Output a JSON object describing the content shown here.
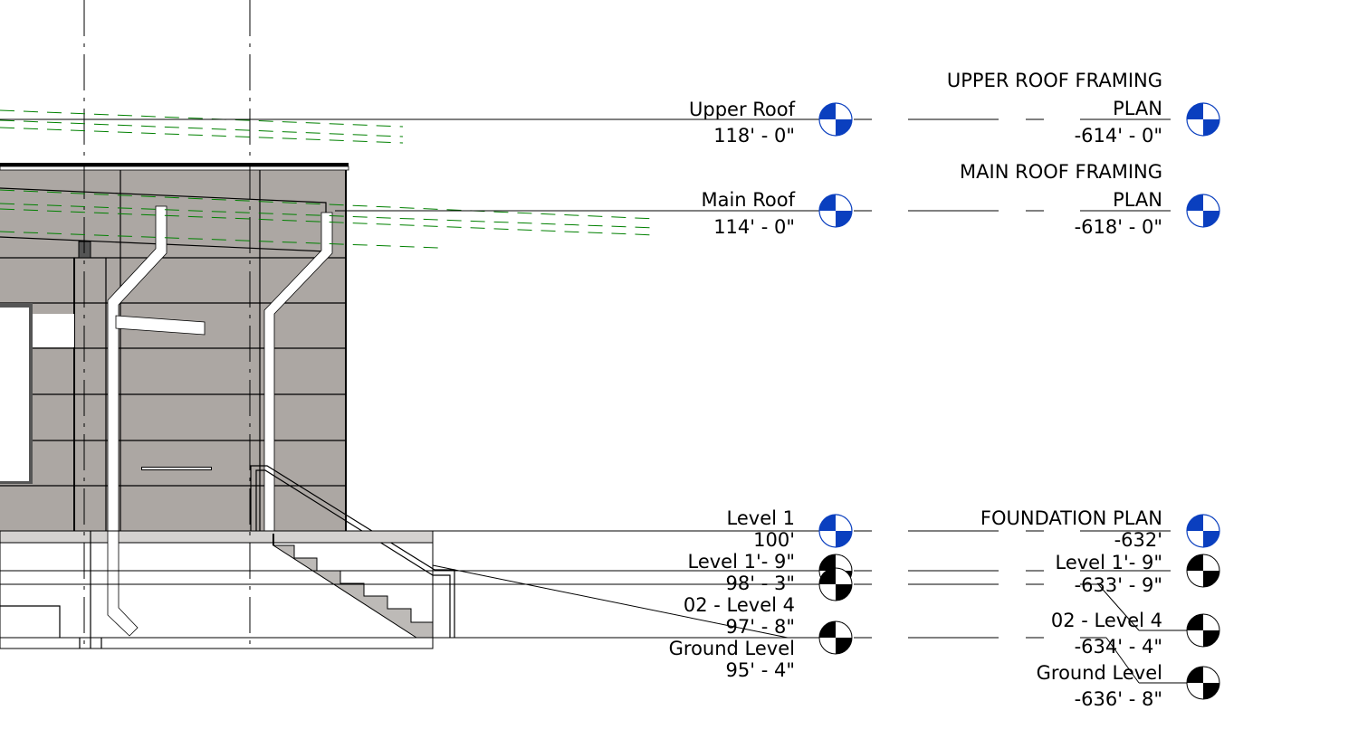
{
  "view": {
    "title": "Elevation view"
  },
  "colors": {
    "wall": "#aca7a3",
    "level_head_blue": "#0a3fbf",
    "level_head_black": "#000000",
    "reference_lines": "#008000"
  },
  "left_levels": [
    {
      "name": "Upper Roof",
      "elevation": "118' - 0\"",
      "head": "blue"
    },
    {
      "name": "Main Roof",
      "elevation": "114' - 0\"",
      "head": "blue"
    },
    {
      "name": "Level 1",
      "elevation": "100'",
      "head": "blue"
    },
    {
      "name": "Level  1'- 9\"",
      "elevation": "98' - 3\"",
      "head": "black"
    },
    {
      "name": "02 - Level 4",
      "elevation": "97' - 8\"",
      "head": "black"
    },
    {
      "name": "Ground Level",
      "elevation": "95' - 4\"",
      "head": "black"
    }
  ],
  "right_levels": [
    {
      "name_line1": "UPPER ROOF FRAMING",
      "name_line2": "PLAN",
      "elevation": "-614' - 0\"",
      "head": "blue"
    },
    {
      "name_line1": "MAIN ROOF FRAMING",
      "name_line2": "PLAN",
      "elevation": "-618' - 0\"",
      "head": "blue"
    },
    {
      "name": "FOUNDATION PLAN",
      "elevation": "-632'",
      "head": "blue"
    },
    {
      "name": "Level  1'- 9\"",
      "elevation": "-633' - 9\"",
      "head": "black"
    },
    {
      "name": "02 - Level 4",
      "elevation": "-634' - 4\"",
      "head": "black"
    },
    {
      "name": "Ground Level",
      "elevation": "-636' - 8\"",
      "head": "black"
    }
  ]
}
